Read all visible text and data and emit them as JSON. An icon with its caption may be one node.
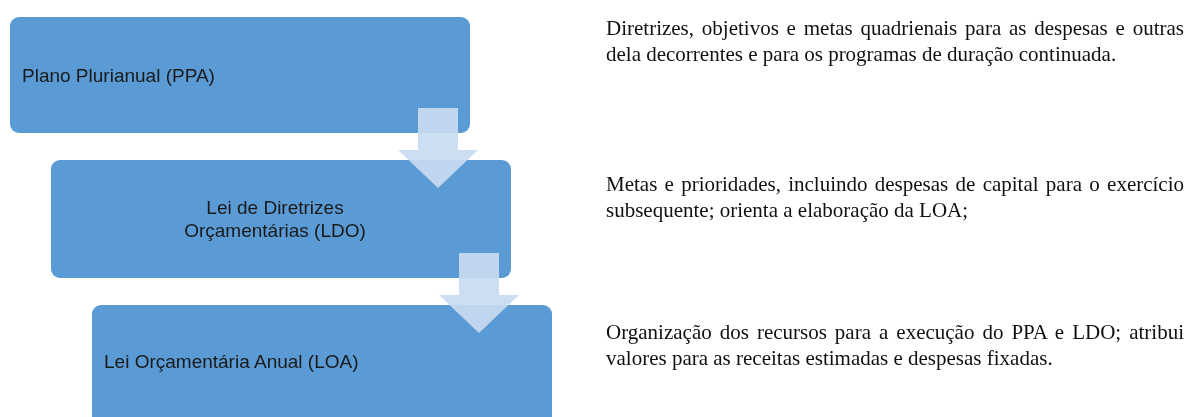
{
  "diagram": {
    "nodes": [
      {
        "text": [
          "Plano Plurianual (PPA)"
        ]
      },
      {
        "text": [
          "Lei de Diretrizes Orçamentárias (LDO)"
        ]
      },
      {
        "text": [
          "Lei Orçamentária Anual (LOA)"
        ]
      }
    ],
    "edges": [
      {
        "from": 0,
        "to": 1,
        "arrow": "to"
      },
      {
        "from": 1,
        "to": 2,
        "arrow": "to"
      }
    ],
    "labels": [
      "Diretrizes, objetivos e metas quadrienais para as despesas e outras dela decorrentes e para os programas de duração continuada.",
      "Metas e prioridades, incluindo despesas de capital para o exercício subsequente; orienta a elaboração da LOA;",
      "Organização dos recursos para a execução do PPA e LDO; atribui valores para as receitas estimadas e despesas fixadas."
    ]
  }
}
